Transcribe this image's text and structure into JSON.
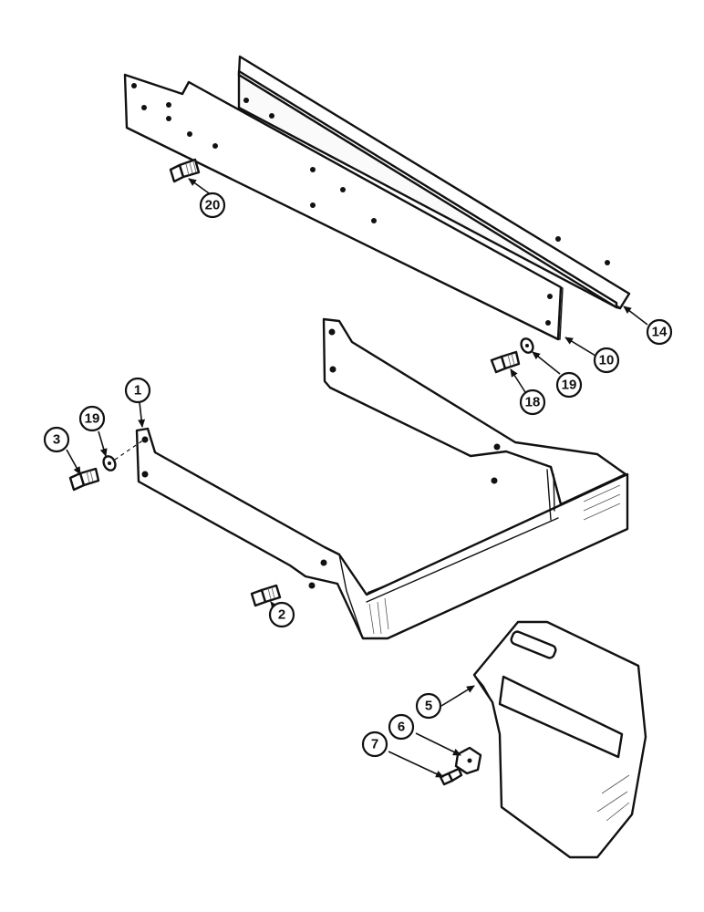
{
  "callouts": {
    "c1": "1",
    "c2": "2",
    "c3": "3",
    "c5": "5",
    "c6": "6",
    "c7": "7",
    "c10": "10",
    "c14": "14",
    "c18": "18",
    "c19a": "19",
    "c19b": "19",
    "c20": "20"
  }
}
